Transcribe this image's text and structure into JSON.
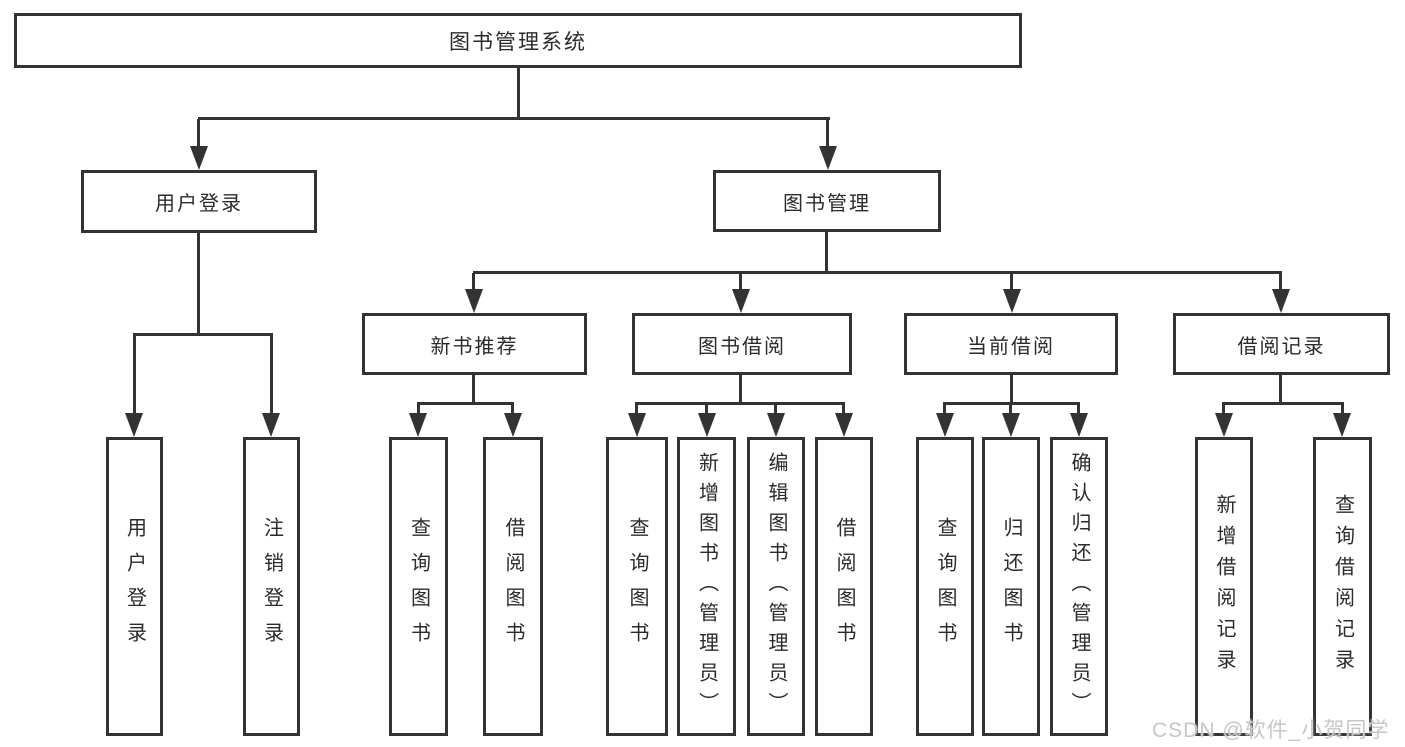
{
  "diagram": {
    "watermark": "CSDN @软件_小贺同学",
    "colors": {
      "line": "#333333",
      "text": "#2b2b2b",
      "watermark": "#c6c6c6",
      "background": "#ffffff"
    },
    "tree": {
      "root": {
        "label": "图书管理系统"
      },
      "branches": [
        {
          "label": "用户登录",
          "children": [
            {
              "label": "用户登录"
            },
            {
              "label": "注销登录"
            }
          ]
        },
        {
          "label": "图书管理",
          "children": [
            {
              "label": "新书推荐",
              "children": [
                {
                  "label": "查询图书"
                },
                {
                  "label": "借阅图书"
                }
              ]
            },
            {
              "label": "图书借阅",
              "children": [
                {
                  "label": "查询图书"
                },
                {
                  "label": "新增图书（管理员）"
                },
                {
                  "label": "编辑图书（管理员）"
                },
                {
                  "label": "借阅图书"
                }
              ]
            },
            {
              "label": "当前借阅",
              "children": [
                {
                  "label": "查询图书"
                },
                {
                  "label": "归还图书"
                },
                {
                  "label": "确认归还（管理员）"
                }
              ]
            },
            {
              "label": "借阅记录",
              "children": [
                {
                  "label": "新增借阅记录"
                },
                {
                  "label": "查询借阅记录"
                }
              ]
            }
          ]
        }
      ]
    }
  }
}
